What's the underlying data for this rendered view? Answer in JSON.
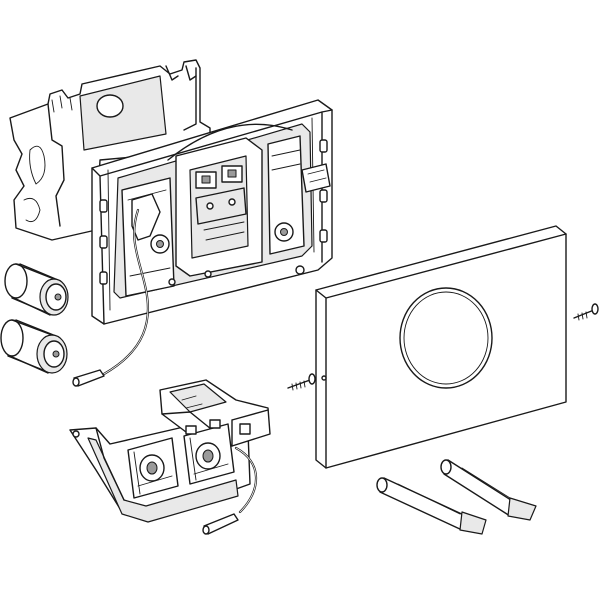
{
  "diagram": {
    "parts": [
      {
        "id": "mounting-bracket",
        "icon": "bracket-icon"
      },
      {
        "id": "mounting-frame",
        "icon": "frame-icon"
      },
      {
        "id": "battery-1",
        "icon": "battery-icon"
      },
      {
        "id": "battery-2",
        "icon": "battery-icon"
      },
      {
        "id": "cover-plate",
        "icon": "plate-icon"
      },
      {
        "id": "sensor-window",
        "icon": "ring-icon"
      },
      {
        "id": "screw-left",
        "icon": "screw-icon"
      },
      {
        "id": "screw-right",
        "icon": "screw-icon"
      },
      {
        "id": "electronics-module",
        "icon": "module-icon"
      },
      {
        "id": "spacer-rod-1",
        "icon": "rod-icon"
      },
      {
        "id": "spacer-rod-2",
        "icon": "rod-icon"
      }
    ],
    "colors": {
      "line": "#1a1a1a",
      "background": "#ffffff",
      "shade": "#e9e9e9"
    }
  }
}
